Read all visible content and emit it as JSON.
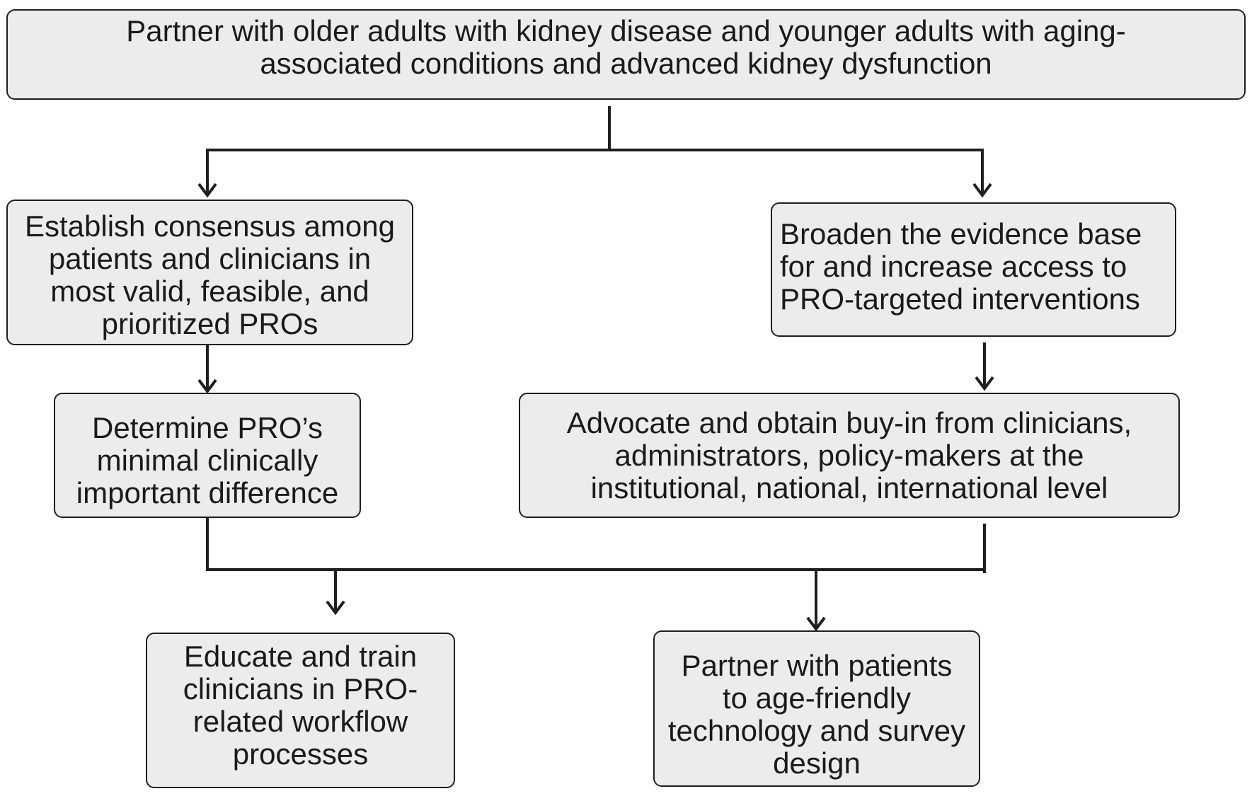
{
  "colors": {
    "box_fill": "#ececec",
    "box_border": "#1f1f1f",
    "text": "#1a1a1a",
    "connector": "#1f1f1f",
    "background": "#ffffff"
  },
  "boxes": [
    {
      "lines": [
        "Partner with older adults with kidney disease and younger adults with aging-",
        "associated conditions and advanced kidney dysfunction"
      ]
    },
    {
      "lines": [
        "Establish consensus among",
        "patients and clinicians in",
        "most valid, feasible, and",
        "prioritized PROs"
      ]
    },
    {
      "lines": [
        "Broaden the evidence base",
        "for and increase access to",
        "PRO-targeted interventions"
      ]
    },
    {
      "lines": [
        "Determine PRO’s",
        "minimal clinically",
        "important difference"
      ]
    },
    {
      "lines": [
        "Advocate and obtain buy-in from clinicians,",
        "administrators, policy-makers at the",
        "institutional, national, international level"
      ]
    },
    {
      "lines": [
        "Educate and train",
        "clinicians in PRO-",
        "related workflow",
        "processes"
      ]
    },
    {
      "lines": [
        "Partner with patients",
        "to age-friendly",
        "technology and survey",
        "design"
      ]
    }
  ]
}
